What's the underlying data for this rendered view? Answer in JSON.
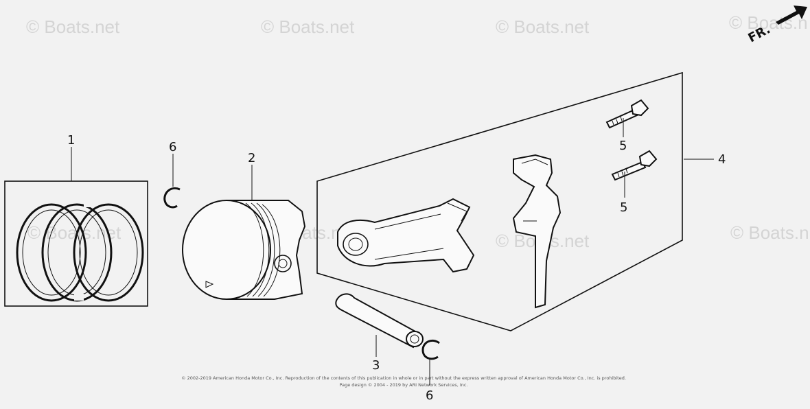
{
  "watermarks": [
    "© Boats.net",
    "© Boats.net",
    "© Boats.net",
    "© Boats.n",
    "© Boats.net",
    "© Boats.net",
    "© Boats.net",
    "© Boats.n"
  ],
  "direction_label": "FR.",
  "callouts": {
    "piston_ring_set": "1",
    "piston": "2",
    "piston_pin": "3",
    "connecting_rod_set": "4",
    "rod_bolt_upper": "5",
    "rod_bolt_lower": "5",
    "pin_clip_upper": "6",
    "pin_clip_lower": "6"
  },
  "footer": {
    "line1": "© 2002-2019 American Honda Motor Co., Inc. Reproduction of the contents of this publication in whole or in part without the express written approval of American Honda Motor Co., Inc. is prohibited.",
    "line2": "Page design © 2004 - 2019 by ARI Network Services, Inc."
  }
}
